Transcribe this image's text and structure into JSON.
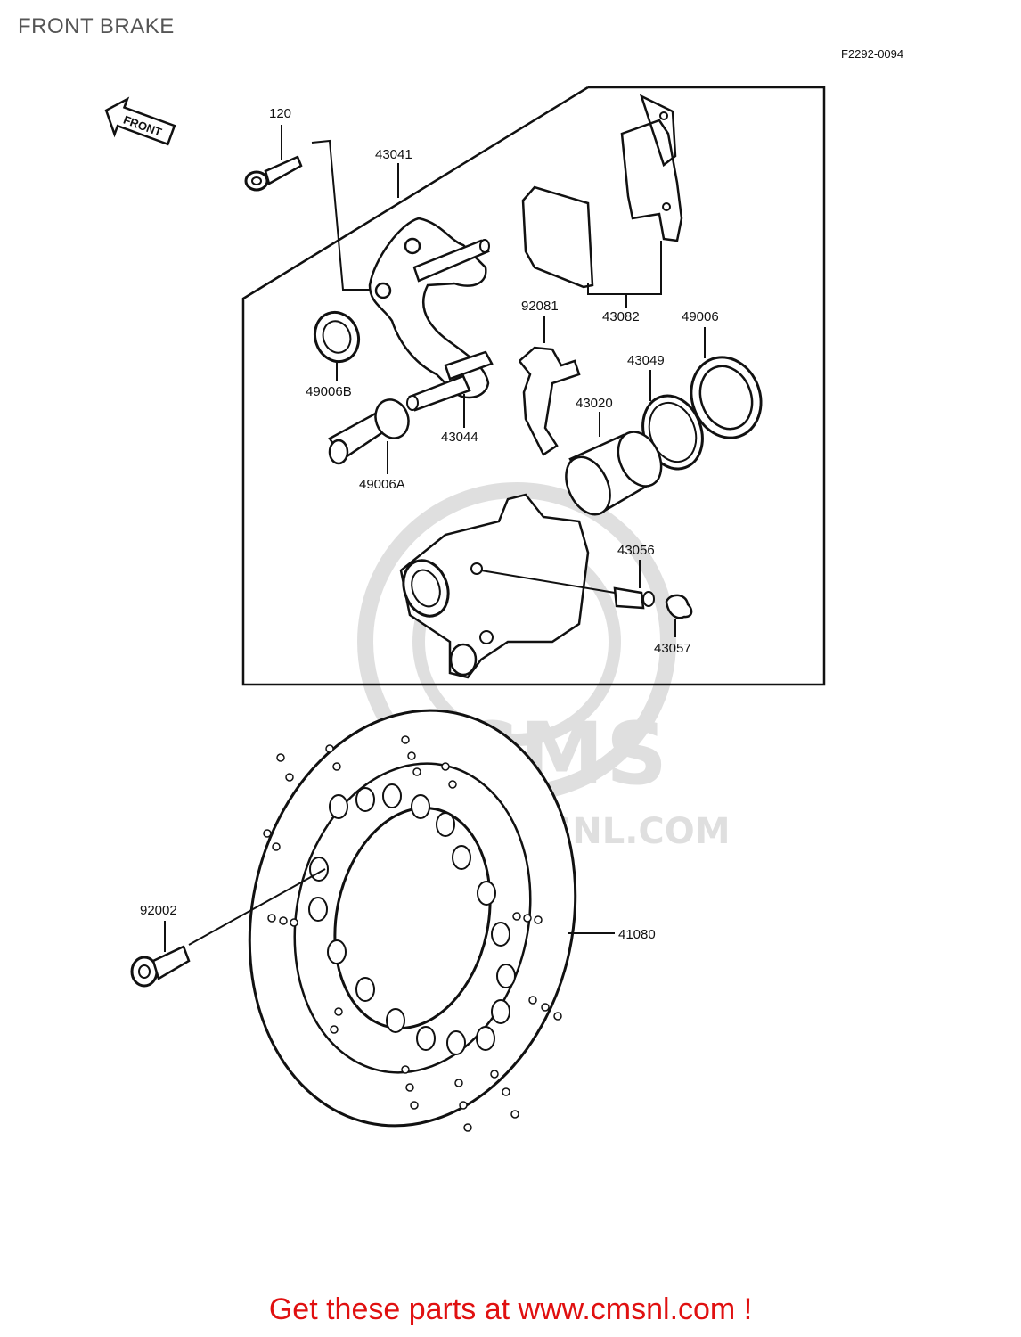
{
  "title": "FRONT BRAKE",
  "figure_code": "F2292-0094",
  "front_marker": "FRONT",
  "watermark": {
    "big": "CMS",
    "small": "WWW.CMSNL.COM"
  },
  "parts": {
    "p120": "120",
    "p43041": "43041",
    "p43082": "43082",
    "p92081": "92081",
    "p49006": "49006",
    "p49006B": "49006B",
    "p43049": "43049",
    "p43044": "43044",
    "p43020": "43020",
    "p49006A": "49006A",
    "p43056": "43056",
    "p43057": "43057",
    "p92002": "92002",
    "p41080": "41080"
  },
  "footer": {
    "text": "Get these parts at www.cmsnl.com !"
  }
}
